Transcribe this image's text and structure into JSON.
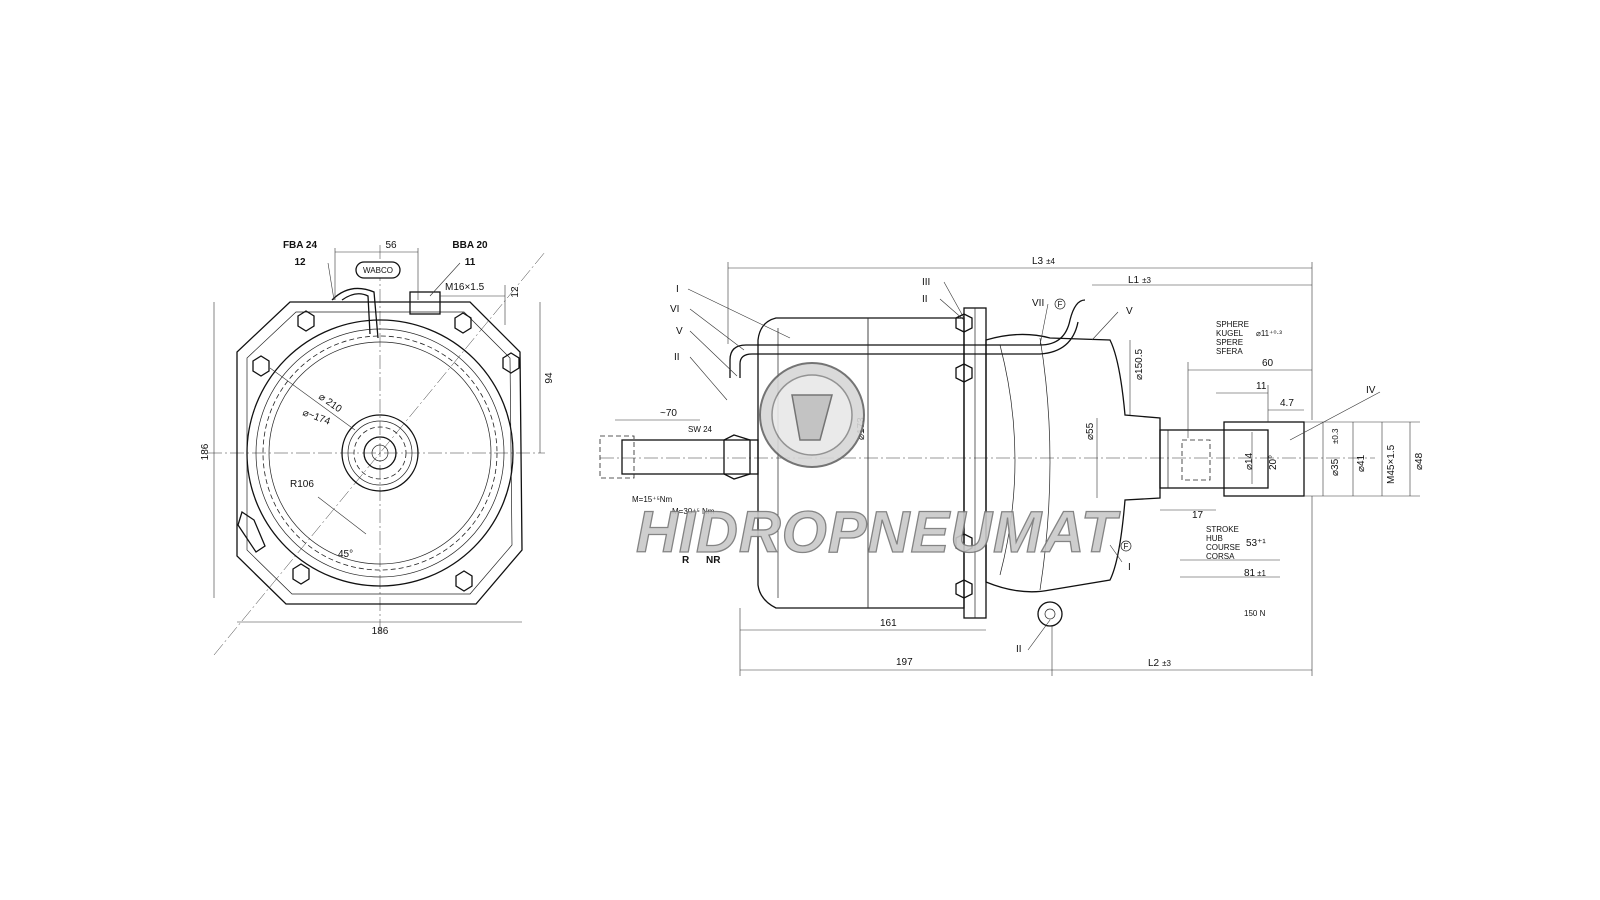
{
  "front_view": {
    "label_fba": "FBA 24",
    "label_fba_num": "12",
    "label_bba": "BBA 20",
    "label_bba_num": "11",
    "dim_56": "56",
    "dim_12": "12",
    "thread_m16": "M16×1.5",
    "dim_94": "94",
    "dim_186_v": "186",
    "dim_186_h": "186",
    "dia_210": "⌀ 210",
    "dia_174": "⌀~174",
    "radius_106": "R106",
    "angle_45": "45°",
    "logo_text": "WABCO"
  },
  "side_view": {
    "dim_L3": "L3",
    "dim_L3_tol": "±4",
    "dim_L1": "L1",
    "dim_L1_tol": "±3",
    "dim_L2": "L2",
    "dim_L2_tol": "±3",
    "dim_70": "~70",
    "sw_24": "SW 24",
    "torque_m15": "M=15⁺⁵Nm",
    "torque_m30": "M=30⁺⁵ Nm",
    "label_R": "R",
    "label_NR": "NR",
    "dim_161": "161",
    "dim_197": "197",
    "dia_173": "⌀173",
    "dia_150_5": "⌀150.5",
    "dia_55": "⌀55",
    "sphere_en": "SPHERE",
    "sphere_de": "KUGEL",
    "sphere_fr": "SPERE",
    "sphere_it": "SFERA",
    "sphere_dia": "⌀11⁺⁰·³",
    "dim_60": "60",
    "dim_11": "11",
    "dim_4_7": "4.7",
    "dia_14": "⌀14",
    "angle_20": "20°",
    "dia_35": "⌀35",
    "dia_35_tol": "±0.3",
    "dia_41": "⌀41",
    "thread_m45": "M45×1.5",
    "dia_48": "⌀48",
    "dim_17": "17",
    "stroke_en": "STROKE",
    "stroke_de": "HUB",
    "stroke_fr": "COURSE",
    "stroke_it": "CORSA",
    "stroke_val": "53⁺¹",
    "dim_81": "81",
    "dim_81_tol": "±1",
    "force_150": "150 N",
    "roman_I": "I",
    "roman_II": "II",
    "roman_III": "III",
    "roman_IV": "IV",
    "roman_V": "V",
    "roman_VI": "VI",
    "roman_VII": "VII",
    "mark_F": "F"
  },
  "watermark": {
    "text": "HIDROPNEUMAT"
  }
}
